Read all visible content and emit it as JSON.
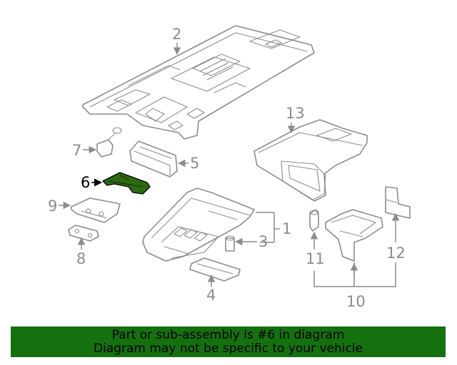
{
  "diagram": {
    "callouts": [
      "1",
      "2",
      "3",
      "4",
      "5",
      "6",
      "7",
      "8",
      "9",
      "10",
      "11",
      "12",
      "13"
    ],
    "highlighted_part": "6",
    "highlight_color": "#2d6a0f",
    "line_color": "#8c8c8c"
  },
  "banner": {
    "line1": "Part or sub-assembly is #6 in diagram",
    "line2": "Diagram may not be specific to your vehicle",
    "background": "#157010"
  }
}
